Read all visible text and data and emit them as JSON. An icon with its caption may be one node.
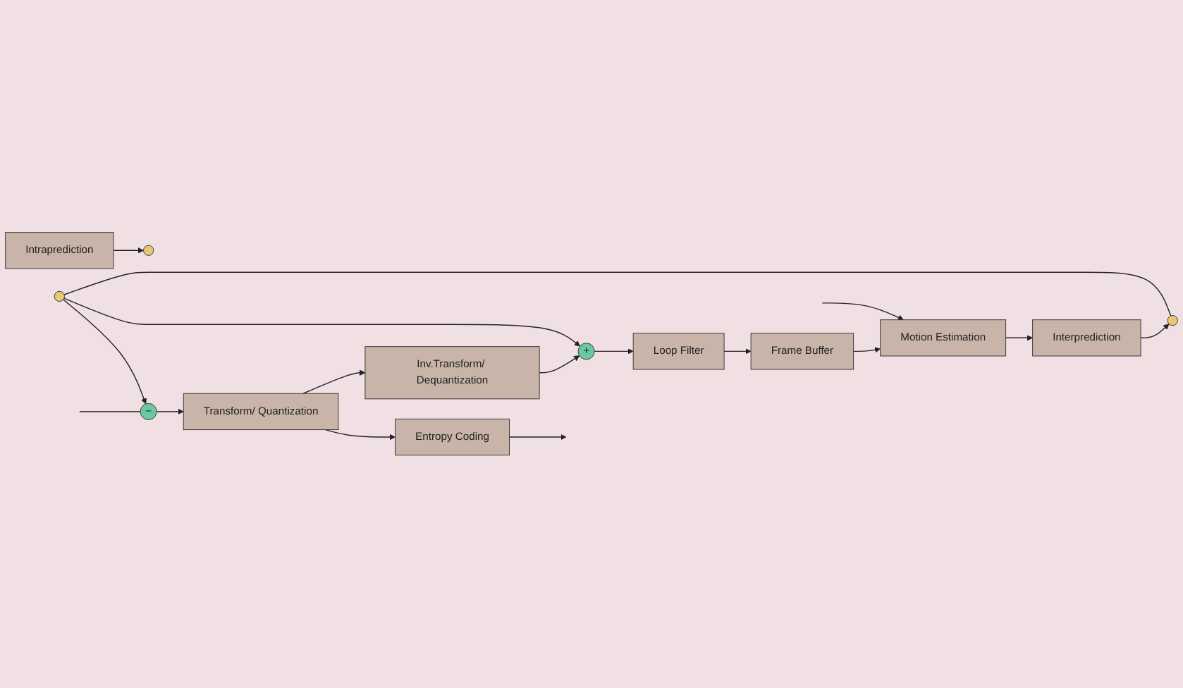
{
  "diagram": {
    "nodes": [
      {
        "text": [
          "−"
        ]
      },
      {
        "text": [
          "Transform/ Quantization"
        ]
      },
      {
        "text": [
          "Entropy Coding"
        ]
      },
      {
        "text": [
          "Inv.Transform/ Dequantization"
        ]
      },
      {
        "text": [
          "+"
        ]
      },
      {
        "text": [
          "Intraprediction"
        ]
      },
      {
        "text": [
          "Interprediction"
        ]
      },
      {
        "text": [
          "Loop Filter"
        ]
      },
      {
        "text": [
          "Motion Estimation"
        ]
      },
      {
        "text": [
          "Frame Buffer"
        ]
      },
      {
        "text": [],
        "shape": "circle"
      },
      {
        "text": [],
        "shape": "circle"
      },
      {
        "text": [],
        "shape": "circle"
      }
    ],
    "edges": [
      {
        "from": null,
        "to": 0,
        "arrow": "none"
      },
      {
        "from": null,
        "to": 8,
        "arrow": "to"
      },
      {
        "from": 0,
        "to": 1,
        "arrow": "to"
      },
      {
        "from": 1,
        "to": 2,
        "arrow": "to"
      },
      {
        "from": 1,
        "to": 3,
        "arrow": "to"
      },
      {
        "from": 2,
        "to": null,
        "arrow": "to"
      },
      {
        "from": 3,
        "to": 4,
        "arrow": "to"
      },
      {
        "from": 11,
        "to": 0,
        "arrow": "to"
      },
      {
        "from": 11,
        "to": 4,
        "arrow": "to"
      },
      {
        "from": 5,
        "to": 10,
        "arrow": "to"
      },
      {
        "from": 6,
        "to": 12,
        "arrow": "to"
      },
      {
        "from": 11,
        "to": 12,
        "arrow": "none"
      },
      {
        "from": 4,
        "to": 7,
        "arrow": "to"
      },
      {
        "from": 7,
        "to": 9,
        "arrow": "to"
      },
      {
        "from": 9,
        "to": 8,
        "arrow": "to"
      },
      {
        "from": 8,
        "to": 6,
        "arrow": "to"
      }
    ]
  }
}
